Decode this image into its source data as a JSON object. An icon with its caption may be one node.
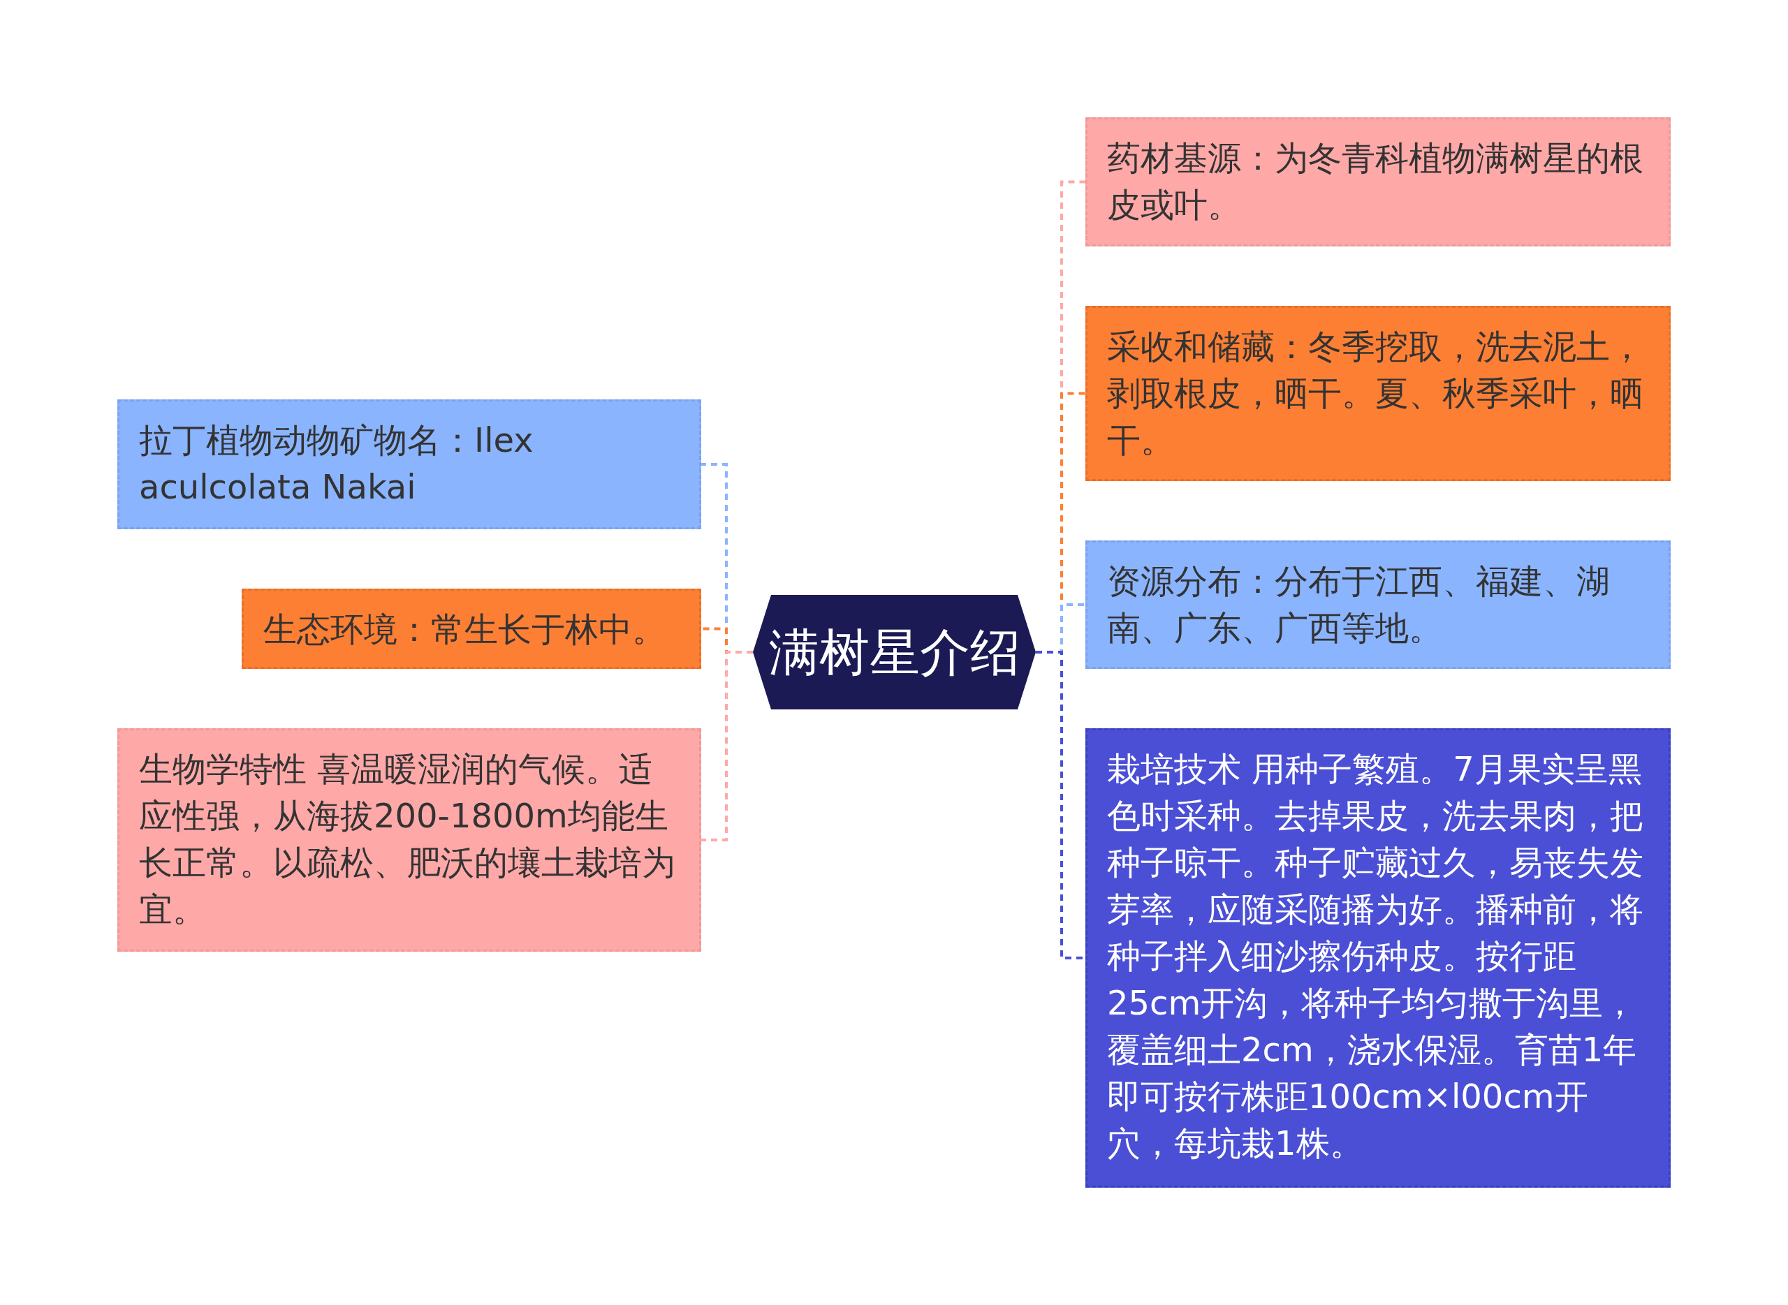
{
  "diagram": {
    "nodes": [
      {
        "text": [
          "满树星介绍"
        ]
      },
      {
        "text": [
          "拉丁植物动物矿物名：Ilex aculcolata Nakai"
        ]
      },
      {
        "text": [
          "生态环境：常生长于林中。"
        ]
      },
      {
        "text": [
          "生物学特性 喜温暖湿润的气候。适应性强，从海拔200-1800m均能生长正常。以疏松、肥沃的壤土栽培为宜。"
        ]
      },
      {
        "text": [
          "药材基源：为冬青科植物满树星的根皮或叶。"
        ]
      },
      {
        "text": [
          "采收和储藏：冬季挖取，洗去泥土，剥取根皮，晒干。夏、秋季采叶，晒干。"
        ]
      },
      {
        "text": [
          "资源分布：分布于江西、福建、湖南、广东、广西等地。"
        ]
      },
      {
        "text": [
          "栽培技术 用种子繁殖。7月果实呈黑色时采种。去掉果皮，洗去果肉，把种子晾干。种子贮藏过久，易丧失发芽率，应随采随播为好。播种前，将种子拌入细沙擦伤种皮。按行距25cm开沟，将种子均匀撒于沟里，覆盖细土2cm，浇水保湿。育苗1年即可按行株距100cm×l00cm开穴，每坑栽1株。"
        ]
      }
    ],
    "edges": [
      {
        "from": 0,
        "to": 1,
        "arrow": "none",
        "color": "#8ab4fe"
      },
      {
        "from": 0,
        "to": 2,
        "arrow": "none",
        "color": "#fd7f34"
      },
      {
        "from": 0,
        "to": 3,
        "arrow": "none",
        "color": "#ffa8a8"
      },
      {
        "from": 0,
        "to": 4,
        "arrow": "none",
        "color": "#ffa8a8"
      },
      {
        "from": 0,
        "to": 5,
        "arrow": "none",
        "color": "#fd7f34"
      },
      {
        "from": 0,
        "to": 6,
        "arrow": "none",
        "color": "#8ab4fe"
      },
      {
        "from": 0,
        "to": 7,
        "arrow": "none",
        "color": "#4a4fd6"
      }
    ]
  }
}
